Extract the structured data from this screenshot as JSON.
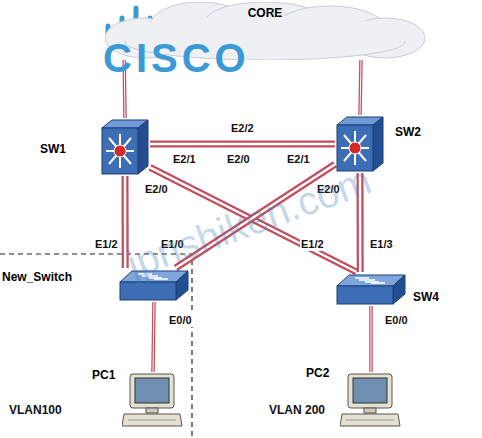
{
  "diagram": {
    "nodes": [
      {
        "text": [
          "CORE"
        ]
      },
      {
        "text": [
          "SW1"
        ]
      },
      {
        "text": [
          "SW2"
        ]
      },
      {
        "text": [
          "New_Switch"
        ]
      },
      {
        "text": [
          "SW4"
        ]
      },
      {
        "text": [
          "PC1"
        ]
      },
      {
        "text": [
          "PC2"
        ]
      }
    ],
    "edges": [
      {
        "from": 0,
        "to": 1,
        "arrow": "none"
      },
      {
        "from": 0,
        "to": 2,
        "arrow": "none"
      },
      {
        "from": 1,
        "to": 2,
        "arrow": "none"
      },
      {
        "from": 1,
        "to": 3,
        "arrow": "none"
      },
      {
        "from": 1,
        "to": 4,
        "arrow": "none"
      },
      {
        "from": 2,
        "to": 3,
        "arrow": "none"
      },
      {
        "from": 2,
        "to": 4,
        "arrow": "none"
      },
      {
        "from": 3,
        "to": 5,
        "arrow": "none"
      },
      {
        "from": 4,
        "to": 6,
        "arrow": "none"
      }
    ],
    "labels": [
      "E2/2",
      "E2/1",
      "E2/0",
      "E2/1",
      "E2/0",
      "E2/0",
      "E1/2",
      "E1/0",
      "E1/2",
      "E1/3",
      "E0/0",
      "E0/0",
      "VLAN100",
      "VLAN 200",
      "CISCO",
      "jpnshiken.com"
    ]
  }
}
